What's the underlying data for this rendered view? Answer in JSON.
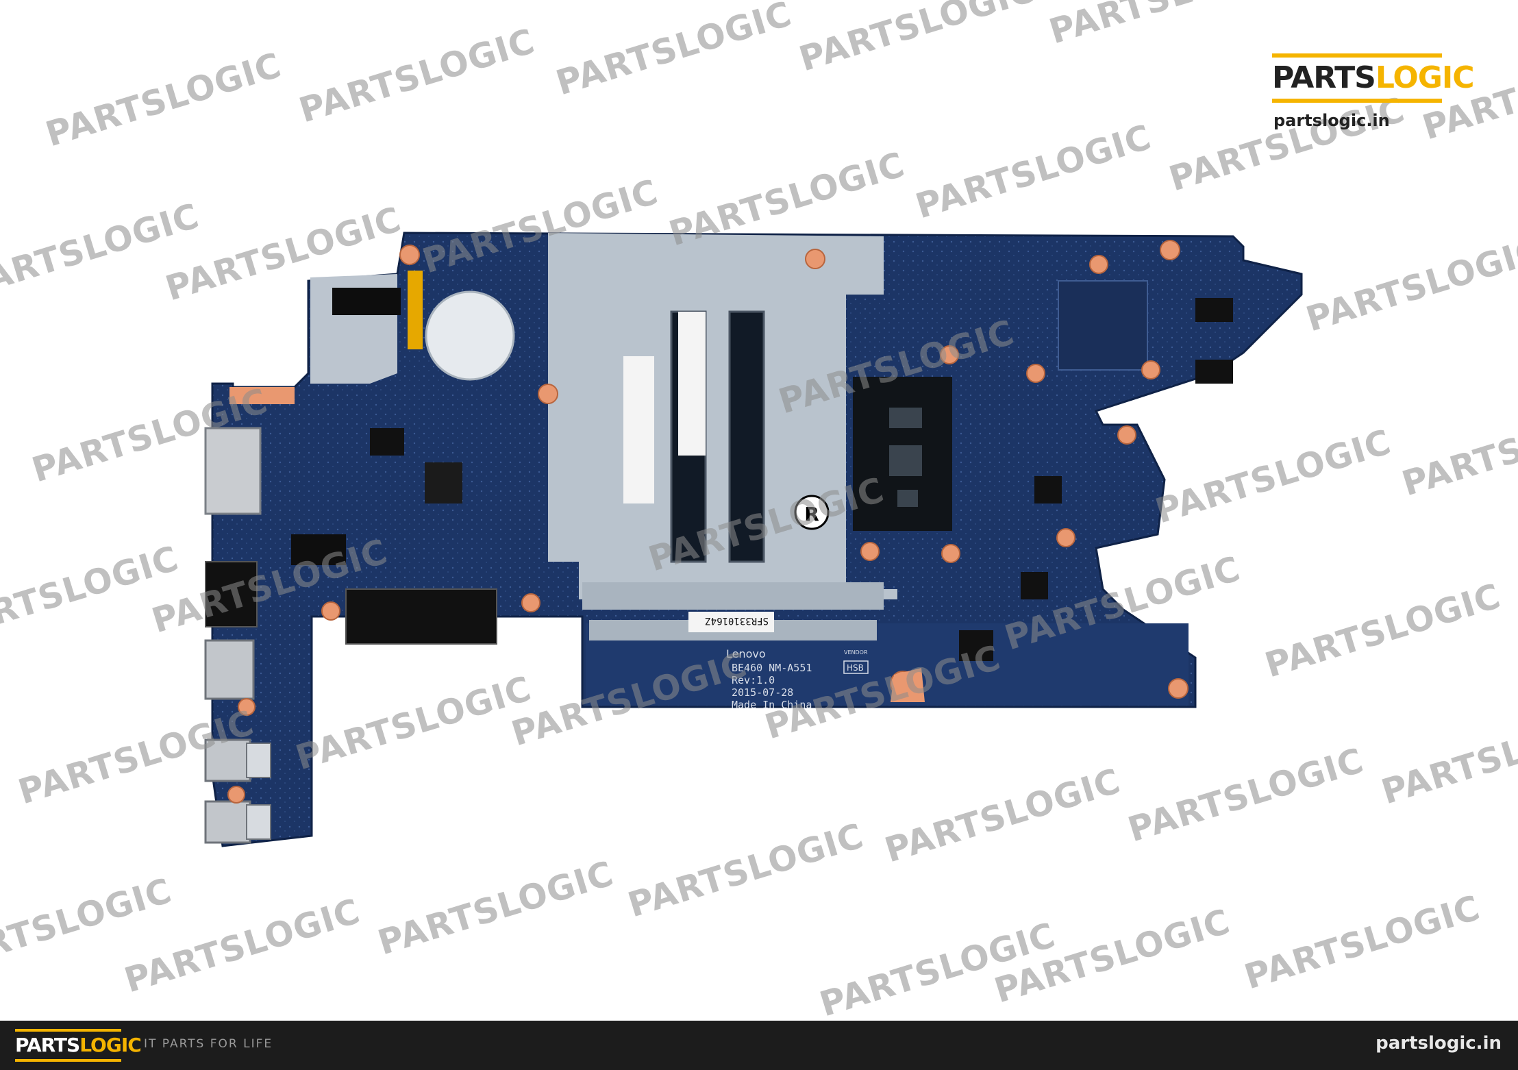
{
  "brand": {
    "name_part1": "PARTS",
    "name_part2": "LOGIC",
    "url": "partslogic.in",
    "tagline": "IT PARTS FOR LIFE"
  },
  "watermark_text": "PARTSLOGIC",
  "board": {
    "vendor": "Lenovo",
    "model": "BE460 NM-A551",
    "revision": "Rev:1.0",
    "date": "2015-07-28",
    "made_in": "Made In China",
    "serial_label": "SFR3310164Z",
    "mark": "HSB",
    "vendor_label": "VENDOR"
  },
  "colors": {
    "pcb": "#1c3566",
    "pcb_dark": "#142a52",
    "shield": "#bcc5cf",
    "brand_yellow": "#f5b400",
    "copper_pad": "#e99870",
    "footer_bg": "#1c1c1c"
  }
}
